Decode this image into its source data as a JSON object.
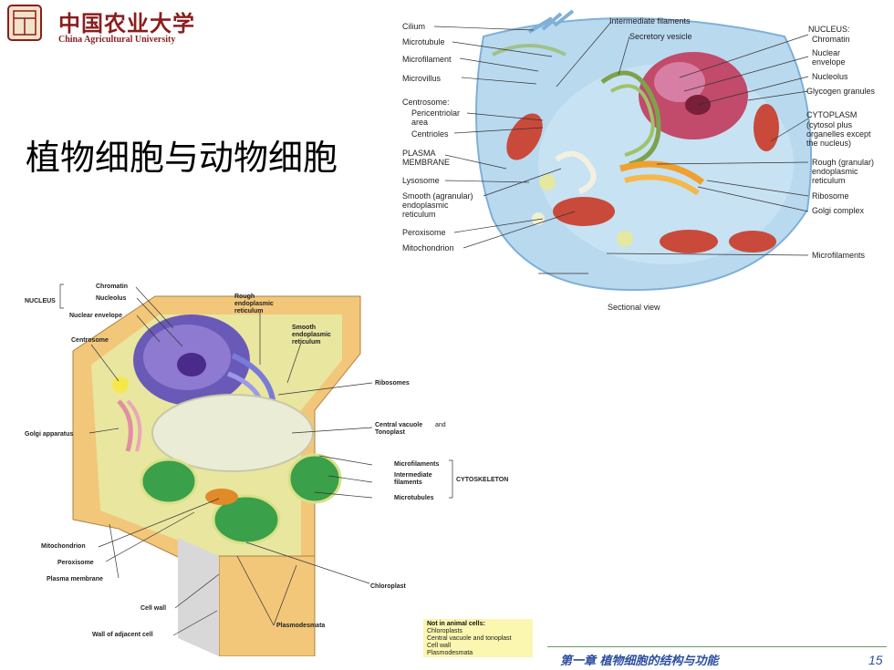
{
  "logo": {
    "chinese": "中国农业大学",
    "english": "China Agricultural University"
  },
  "title": "植物细胞与动物细胞",
  "animal_cell": {
    "left_labels": [
      "Cilium",
      "Microtubule",
      "Microfilament",
      "Microvillus",
      "Centrosome:",
      "Pericentriolar",
      "area",
      "Centrioles",
      "PLASMA",
      "MEMBRANE",
      "Lysosome",
      "Smooth (agranular)",
      "endoplasmic",
      "reticulum",
      "Peroxisome",
      "Mitochondrion"
    ],
    "top_labels": [
      "Intermediate filaments",
      "Secretory vesicle"
    ],
    "right_labels": [
      "NUCLEUS:",
      "Chromatin",
      "Nuclear",
      "envelope",
      "Nucleolus",
      "Glycogen granules",
      "CYTOPLASM",
      "(cytosol plus",
      "organelles except",
      "the nucleus)",
      "Rough (granular)",
      "endoplasmic",
      "reticulum",
      "Ribosome",
      "Golgi complex",
      "Microfilaments"
    ],
    "caption": "Sectional view"
  },
  "plant_cell": {
    "nucleus_group": "NUCLEUS",
    "labels": [
      "Chromatin",
      "Nucleolus",
      "Nuclear envelope",
      "Centrosome",
      "Golgi apparatus",
      "Mitochondrion",
      "Peroxisome",
      "Plasma membrane",
      "Cell wall",
      "Wall of adjacent cell",
      "Rough",
      "endoplasmic",
      "reticulum",
      "Smooth",
      "endoplasmic",
      "reticulum",
      "Ribosomes",
      "Central vacuole",
      "and",
      "Tonoplast",
      "Microfilaments",
      "Intermediate",
      "filaments",
      "Microtubules",
      "CYTOSKELETON",
      "Chloroplast",
      "Plasmodesmata"
    ],
    "note_title": "Not in animal cells:",
    "note_items": [
      "Chloroplasts",
      "Central vacuole and tonoplast",
      "Cell wall",
      "Plasmodesmata"
    ]
  },
  "footer": {
    "chapter": "第一章 植物细胞的结构与功能",
    "page": "15"
  }
}
